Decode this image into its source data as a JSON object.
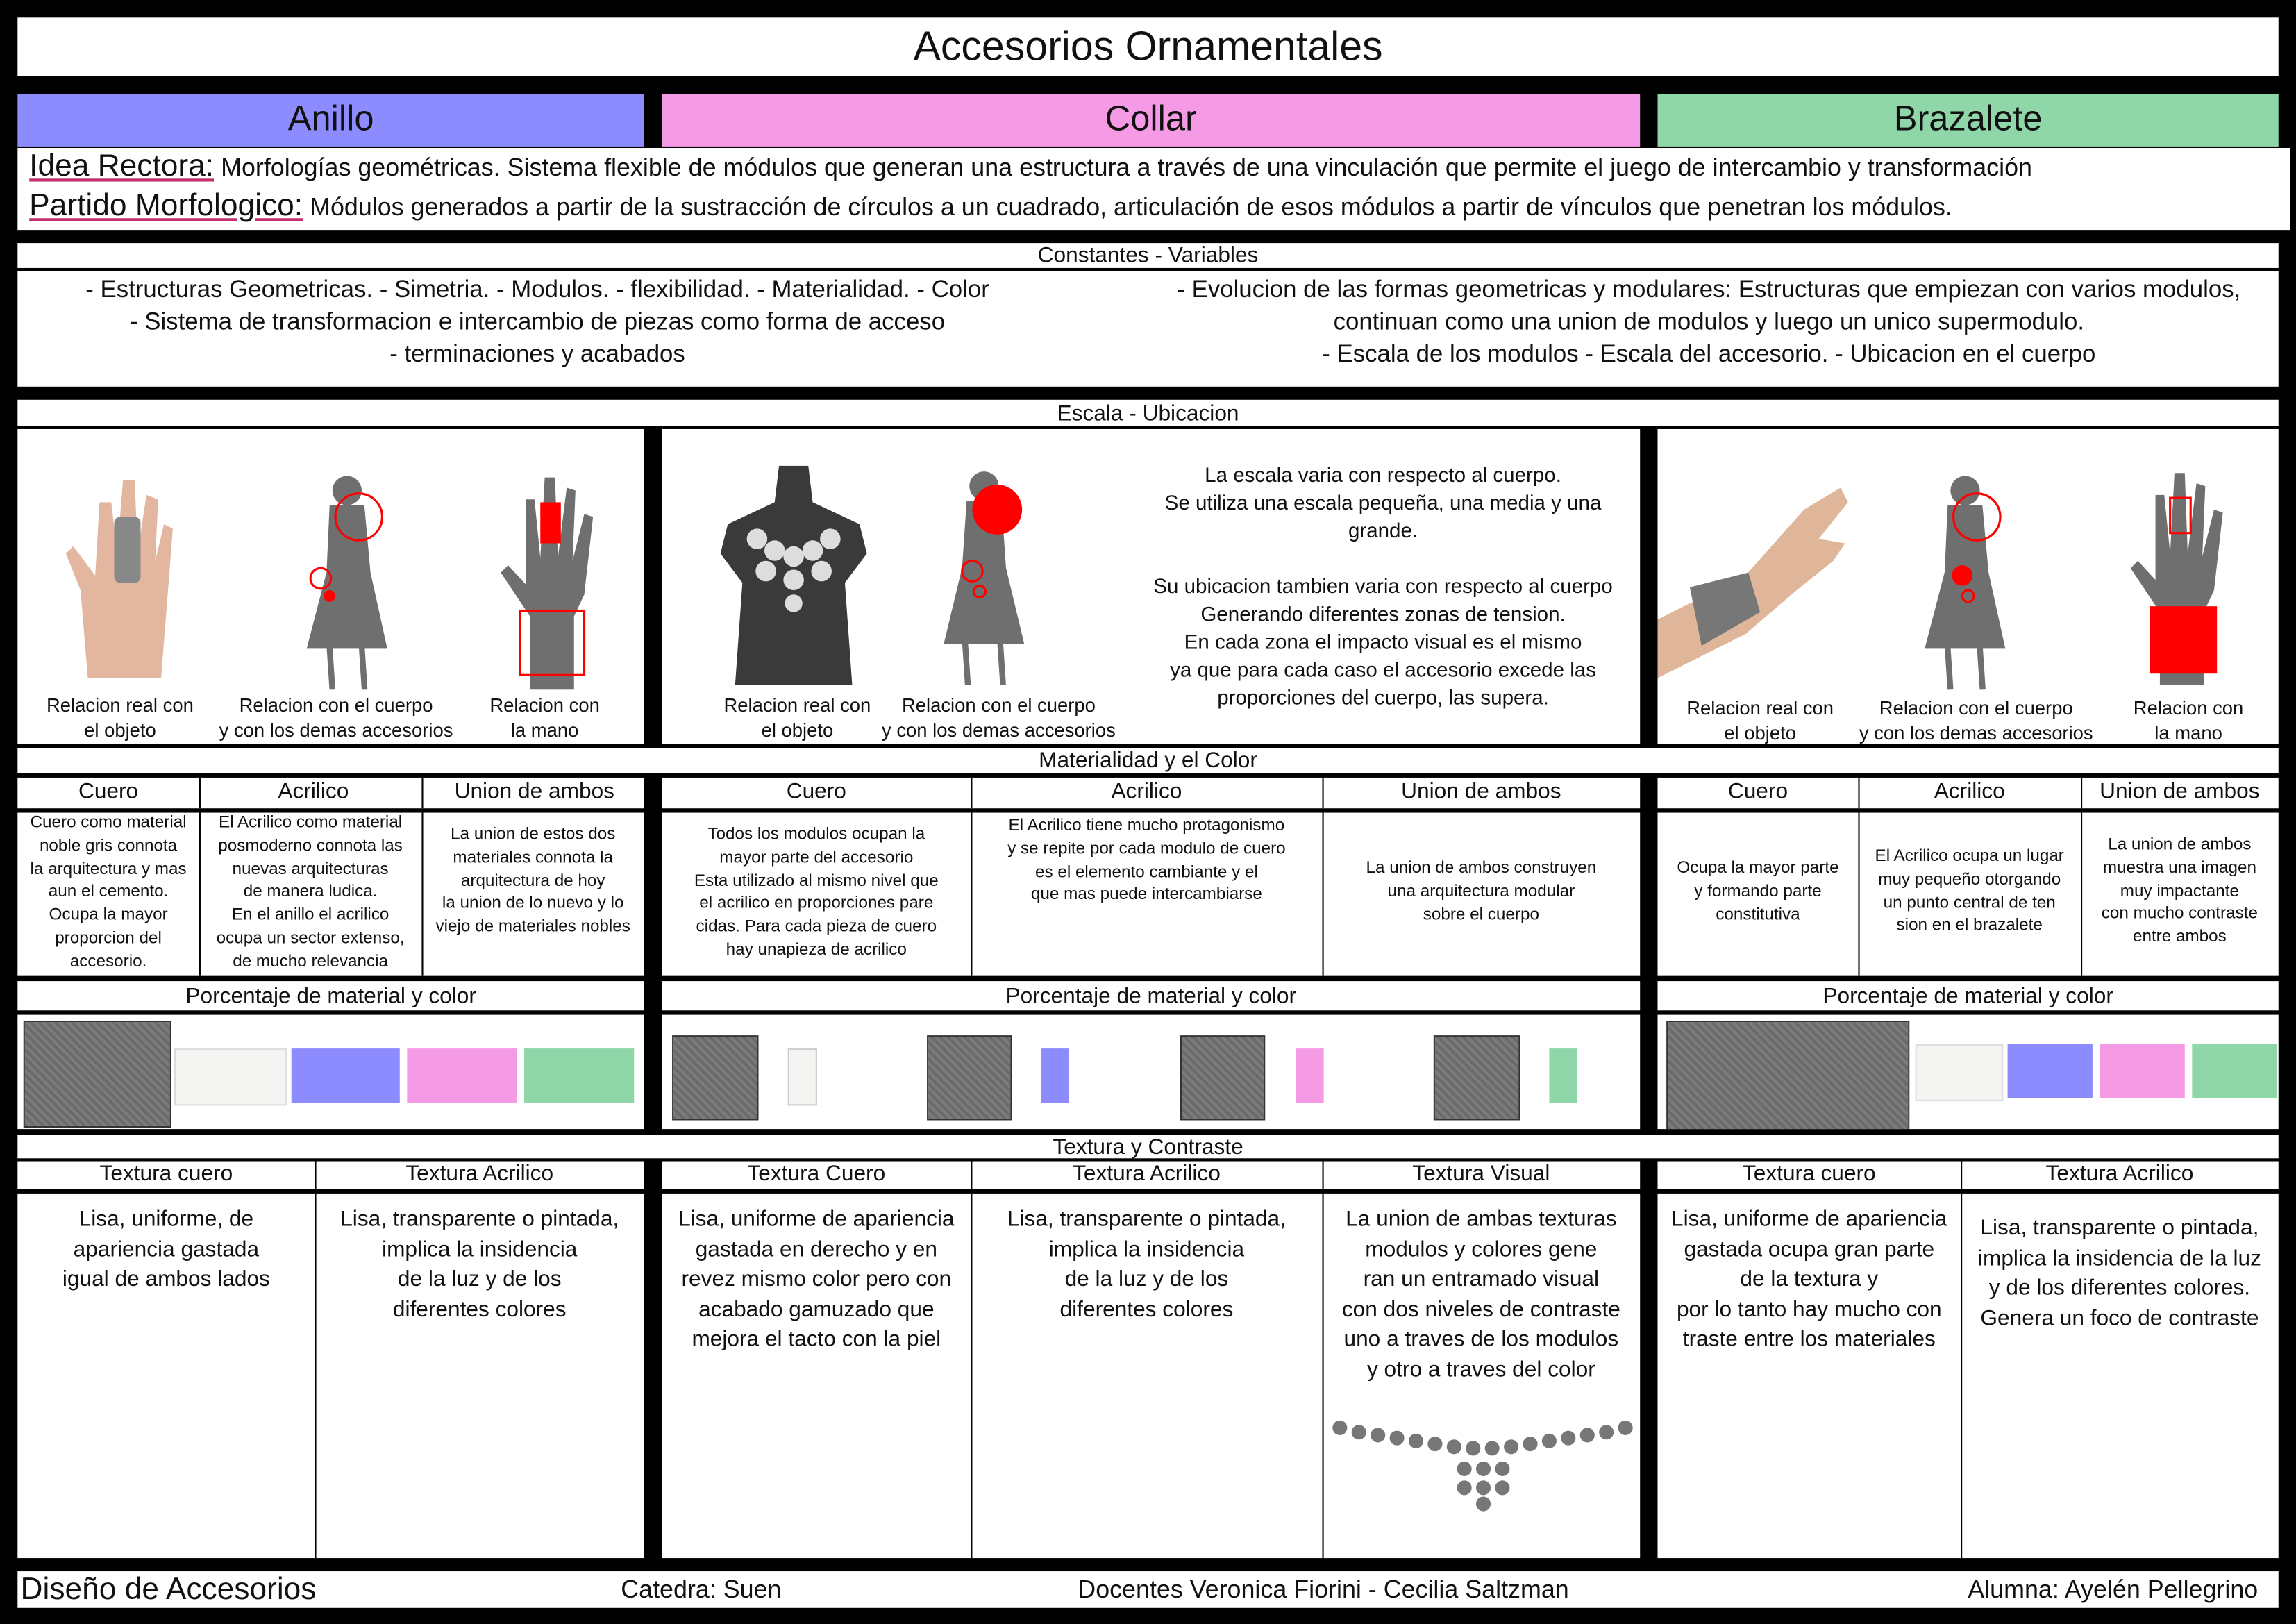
{
  "title": "Accesorios Ornamentales",
  "sections": {
    "anillo": "Anillo",
    "collar": "Collar",
    "brazalete": "Brazalete"
  },
  "colors": {
    "anillo": "#8c8cff",
    "collar": "#f59be6",
    "brazalete": "#8fd6a8",
    "red": "#ff0000",
    "gray": "#6f6f6f"
  },
  "idea": {
    "label": "Idea Rectora:",
    "text": "Morfologías geométricas. Sistema flexible de módulos que generan una estructura a través de una vinculación que permite el juego de intercambio y transformación"
  },
  "partido": {
    "label": "Partido Morfologico:",
    "text": "Módulos generados a partir de la sustracción de círculos a un cuadrado,  articulación de esos módulos a partir de vínculos que penetran  los módulos."
  },
  "constantes": {
    "header": "Constantes - Variables",
    "left": "- Estructuras Geometricas. - Simetria. - Modulos. - flexibilidad. - Materialidad. - Color\n- Sistema de transformacion e intercambio de piezas como forma de acceso\n- terminaciones y acabados",
    "right": "- Evolucion de las formas geometricas y modulares: Estructuras que empiezan con varios modulos,\ncontinuan como una union de modulos y luego un unico supermodulo.\n- Escala de los modulos - Escala del accesorio. - Ubicacion en el cuerpo"
  },
  "escala": {
    "header": "Escala - Ubicacion",
    "captions": {
      "real": "Relacion real con\nel objeto",
      "cuerpo": "Relacion con el cuerpo\ny con los demas accesorios",
      "mano": "Relacion con\nla mano"
    },
    "collar_text": "La escala varia con respecto al cuerpo.\nSe utiliza una escala pequeña, una media y una\ngrande.\n\nSu ubicacion tambien varia con respecto al cuerpo\nGenerando diferentes zonas de tension.\nEn cada zona el impacto visual es el mismo\nya que para cada caso el accesorio excede las\nproporciones del cuerpo, las supera."
  },
  "materialidad": {
    "header": "Materialidad y el Color",
    "col_cuero": "Cuero",
    "col_acrilico": "Acrilico",
    "col_union": "Union de ambos",
    "anillo": {
      "cuero": "Cuero como material\nnoble gris connota\nla arquitectura y mas\naun el cemento.\nOcupa la mayor\nproporcion del\naccesorio.",
      "acrilico": "El Acrilico como material\nposmoderno connota las\nnuevas arquitecturas\nde manera ludica.\nEn el anillo el acrilico\nocupa un sector extenso,\nde mucho relevancia",
      "union": "La union de estos dos\nmateriales connota la\narquitectura de hoy\nla union de lo nuevo y lo\nviejo de materiales nobles"
    },
    "collar": {
      "cuero": "Todos los modulos ocupan la\nmayor parte del accesorio\nEsta utilizado al mismo nivel que\nel acrilico en proporciones pare\ncidas. Para cada pieza de cuero\nhay unapieza de acrilico",
      "acrilico": "El Acrilico tiene mucho protagonismo\ny se repite por cada modulo de cuero\nes el elemento cambiante y el\nque mas puede intercambiarse",
      "union": "La union de ambos construyen\nuna arquitectura modular\nsobre el cuerpo"
    },
    "brazalete": {
      "cuero": "Ocupa la mayor parte\ny formando parte\nconstitutiva",
      "acrilico": "El Acrilico ocupa un lugar\nmuy pequeño otorgando\nun punto central de ten\nsion en el brazalete",
      "union": "La union de ambos\nmuestra una imagen\nmuy impactante\ncon mucho contraste\nentre ambos"
    }
  },
  "porcentaje": {
    "header": "Porcentaje de material y color"
  },
  "textura": {
    "header": "Textura y Contraste",
    "anillo": [
      {
        "h": "Textura cuero",
        "t": "Lisa, uniforme, de\napariencia gastada\nigual de ambos lados"
      },
      {
        "h": "Textura Acrilico",
        "t": "Lisa, transparente o pintada,\nimplica la insidencia\nde la luz y de los\ndiferentes colores"
      }
    ],
    "collar": [
      {
        "h": "Textura Cuero",
        "t": "Lisa, uniforme de apariencia\ngastada en derecho y en\nrevez mismo color pero con\nacabado gamuzado que\nmejora el tacto con la piel"
      },
      {
        "h": "Textura Acrilico",
        "t": "Lisa, transparente o pintada,\nimplica la insidencia\nde la luz y de los\ndiferentes colores"
      },
      {
        "h": "Textura Visual",
        "t": "La union de ambas texturas\nmodulos y colores gene\nran un entramado visual\ncon dos niveles de contraste\nuno a traves de los modulos\ny otro a traves del color"
      }
    ],
    "brazalete": [
      {
        "h": "Textura cuero",
        "t": "Lisa, uniforme de apariencia\ngastada ocupa gran parte\nde la textura y\npor lo tanto hay mucho con\ntraste entre los materiales"
      },
      {
        "h": "Textura Acrilico",
        "t": "Lisa, transparente o pintada,\nimplica la insidencia de la luz\ny de los diferentes colores.\nGenera un foco de contraste"
      }
    ]
  },
  "footer": {
    "course": "Diseño de Accesorios",
    "catedra": "Catedra: Suen",
    "docentes": "Docentes Veronica Fiorini - Cecilia Saltzman",
    "alumna": "Alumna: Ayelén Pellegrino"
  }
}
